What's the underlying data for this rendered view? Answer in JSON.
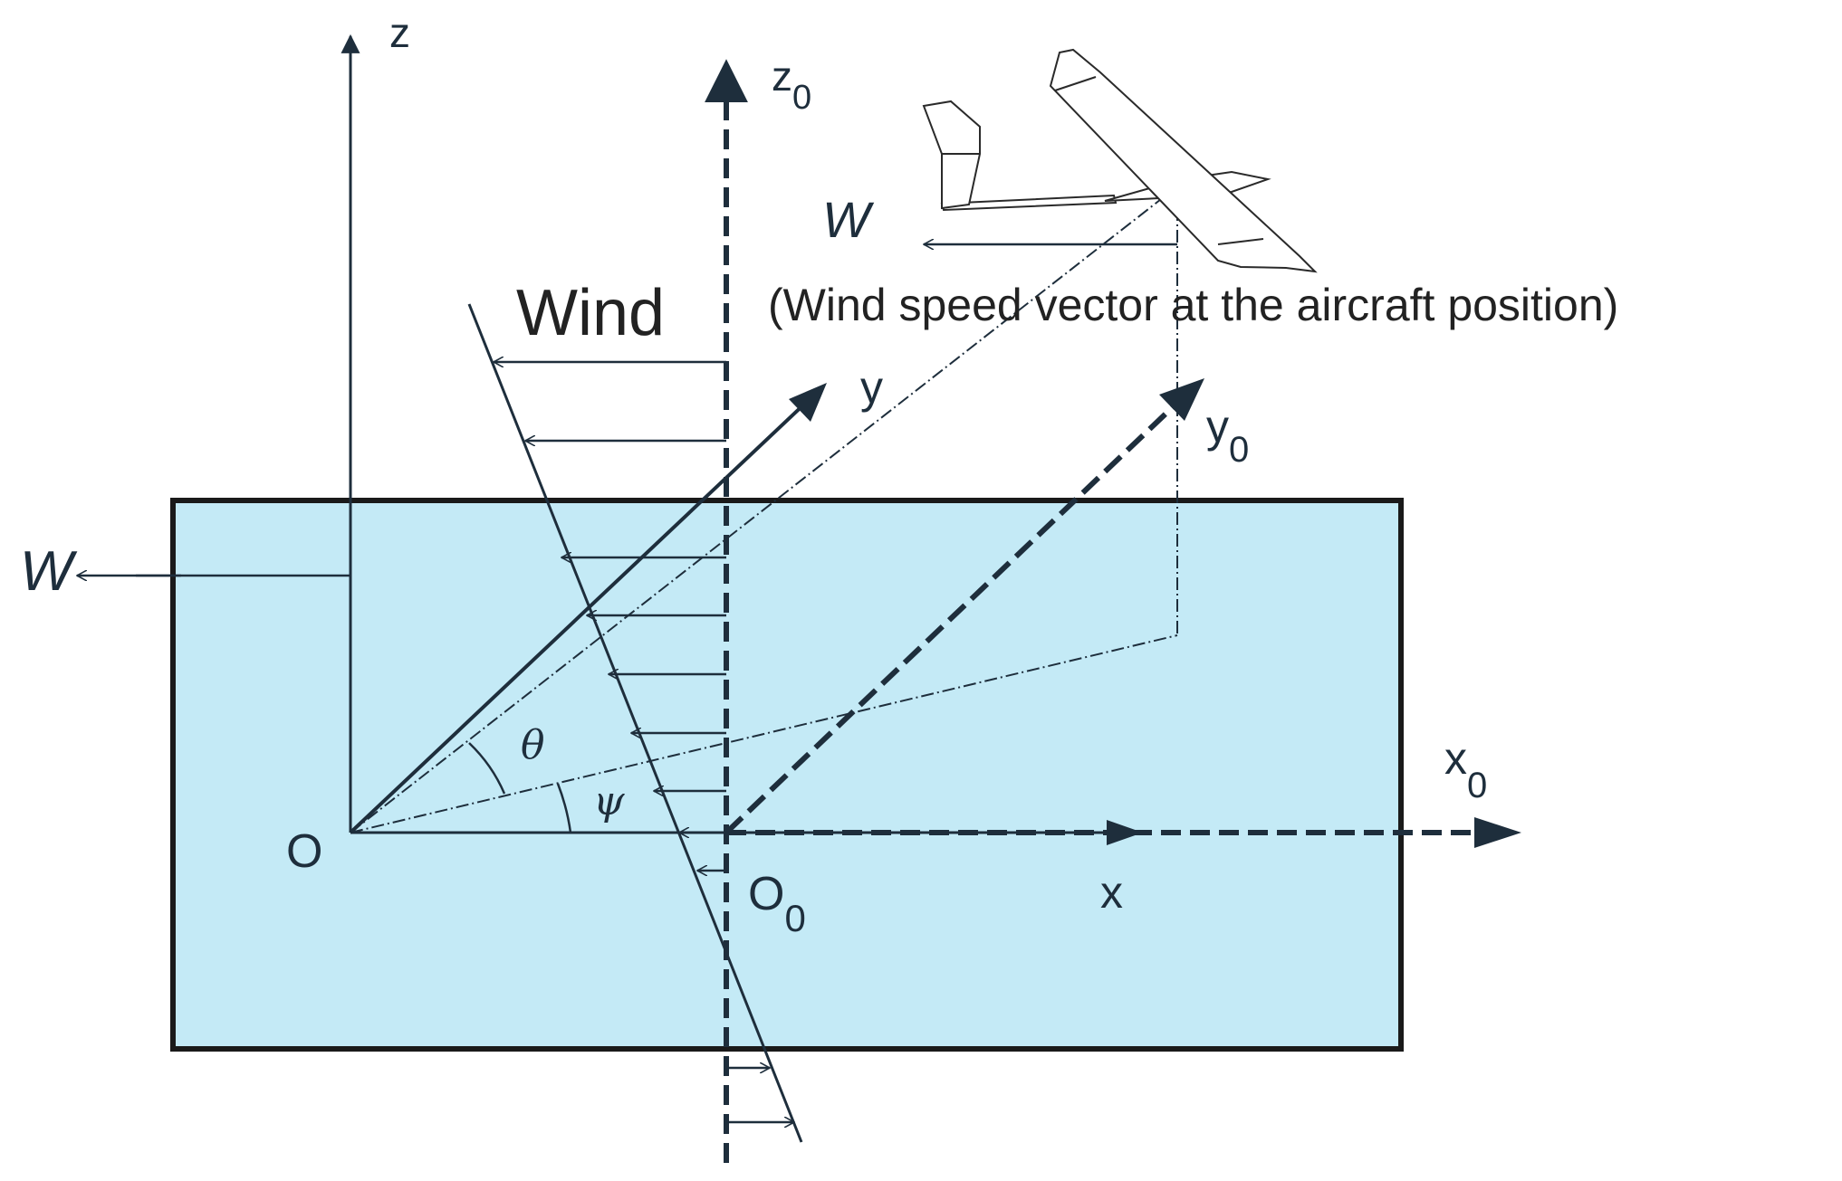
{
  "labels": {
    "z": "z",
    "z0_base": "z",
    "z0_sub": "0",
    "y": "y",
    "y0_base": "y",
    "y0_sub": "0",
    "x": "x",
    "x0_base": "x",
    "x0_sub": "0",
    "origin": "O",
    "origin0_base": "O",
    "origin0_sub": "0",
    "theta": "θ",
    "psi": "ψ",
    "wind": "Wind",
    "w_left": "W",
    "w_aircraft": "W",
    "caption": "(Wind speed vector at the aircraft position)"
  },
  "colors": {
    "water_fill": "#c4eaf6",
    "box_stroke": "#1a1a1a",
    "line": "#1e2e3c",
    "text": "#1e2e3c"
  }
}
